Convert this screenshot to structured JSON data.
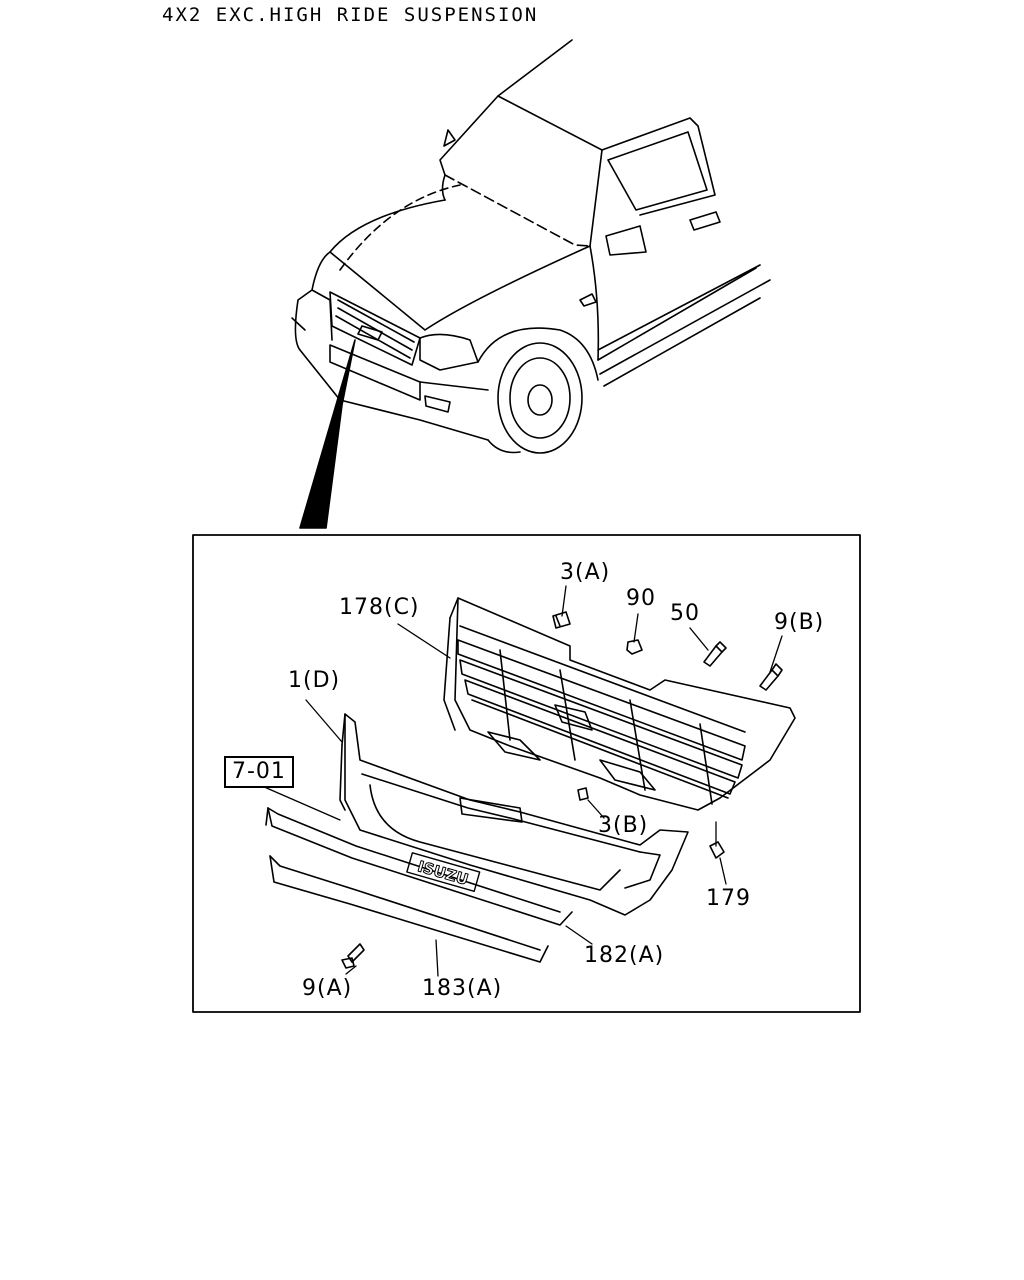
{
  "header": {
    "title": "4X2 EXC.HIGH RIDE SUSPENSION"
  },
  "parts": {
    "p3a": "3(A)",
    "p90": "90",
    "p50": "50",
    "p9b": "9(B)",
    "p178c": "178(C)",
    "p1d": "1(D)",
    "p701": "7-01",
    "p3b": "3(B)",
    "p179": "179",
    "p182a": "182(A)",
    "p183a": "183(A)",
    "p9a": "9(A)"
  },
  "emblem": {
    "text": "ISUZU"
  }
}
